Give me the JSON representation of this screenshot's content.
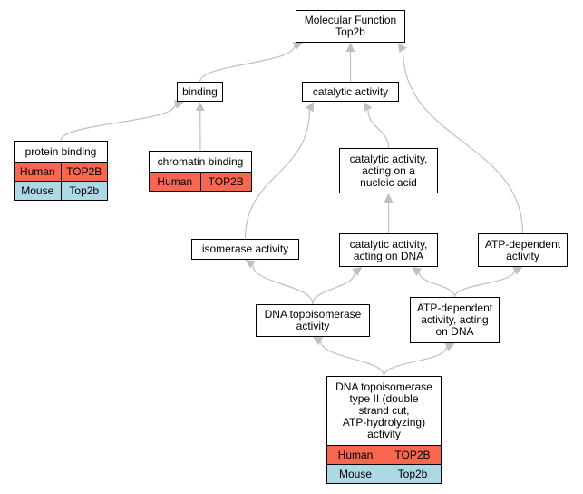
{
  "colors": {
    "human": "#f8664f",
    "mouse": "#add8e6",
    "edge": "#c0c0c0",
    "border": "#000000"
  },
  "nodes": {
    "root": {
      "label": "Molecular Function\nTop2b"
    },
    "binding": {
      "label": "binding"
    },
    "catalytic_activity": {
      "label": "catalytic activity"
    },
    "protein_binding": {
      "label": "protein binding",
      "rows": [
        {
          "species": "Human",
          "gene": "TOP2B"
        },
        {
          "species": "Mouse",
          "gene": "Top2b"
        }
      ]
    },
    "chromatin_binding": {
      "label": "chromatin binding",
      "rows": [
        {
          "species": "Human",
          "gene": "TOP2B"
        }
      ]
    },
    "catalytic_nucleic_acid": {
      "label": "catalytic activity,\nacting on a\nnucleic acid"
    },
    "isomerase_activity": {
      "label": "isomerase activity"
    },
    "catalytic_dna": {
      "label": "catalytic activity,\nacting on DNA"
    },
    "atp_dependent": {
      "label": "ATP-dependent\nactivity"
    },
    "dna_topoisomerase": {
      "label": "DNA topoisomerase\nactivity"
    },
    "atp_dependent_dna": {
      "label": "ATP-dependent\nactivity, acting\non DNA"
    },
    "dna_topo_type2": {
      "label": "DNA topoisomerase\ntype II (double\nstrand cut,\nATP-hydrolyzing)\nactivity",
      "rows": [
        {
          "species": "Human",
          "gene": "TOP2B"
        },
        {
          "species": "Mouse",
          "gene": "Top2b"
        }
      ]
    }
  },
  "edges": [
    {
      "from": "binding",
      "to": "root"
    },
    {
      "from": "catalytic_activity",
      "to": "root"
    },
    {
      "from": "atp_dependent",
      "to": "root"
    },
    {
      "from": "protein_binding",
      "to": "binding"
    },
    {
      "from": "chromatin_binding",
      "to": "binding"
    },
    {
      "from": "catalytic_nucleic_acid",
      "to": "catalytic_activity"
    },
    {
      "from": "isomerase_activity",
      "to": "catalytic_activity"
    },
    {
      "from": "catalytic_dna",
      "to": "catalytic_nucleic_acid"
    },
    {
      "from": "dna_topoisomerase",
      "to": "isomerase_activity"
    },
    {
      "from": "dna_topoisomerase",
      "to": "catalytic_dna"
    },
    {
      "from": "atp_dependent_dna",
      "to": "catalytic_dna"
    },
    {
      "from": "atp_dependent_dna",
      "to": "atp_dependent"
    },
    {
      "from": "dna_topo_type2",
      "to": "dna_topoisomerase"
    },
    {
      "from": "dna_topo_type2",
      "to": "atp_dependent_dna"
    }
  ]
}
